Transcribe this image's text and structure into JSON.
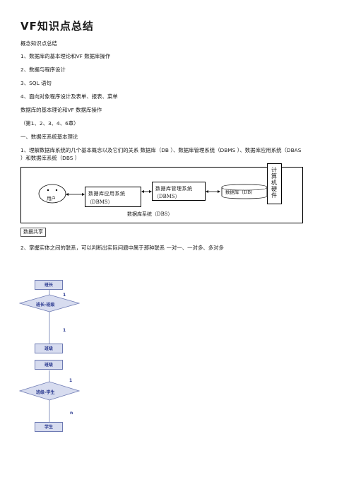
{
  "title": "VF知识点总结",
  "paragraphs": {
    "p1": "概念知识点总结",
    "p2": "1、数据库的基本理论和VF 数据库操作",
    "p3": "2、数据与程序设计",
    "p4": "3、SQL 语句",
    "p5": "4、面向对象程序设计及表单、报表、菜单",
    "p6": "数据库的基本理论和VF 数据库操作",
    "p7": "（第1、2、3、4、6章）",
    "p8": "一、数据库系统基本理论",
    "p9a": "1、理解数据库系统的几个基本概念以及它们的关系 数据库（DB ）、数据库管理系统（DBMS ）、数据库应用系统（DBAS",
    "p9b": "）和数据库系统（DBS ）",
    "p10": "2、掌握实体之间的联系，可以判断出实际问题中属于那种联系 一对一、一对多、多对多"
  },
  "dbs_diagram": {
    "user_label": "用户",
    "dbas_line1": "数据库应用系统",
    "dbas_line2": "（DBMS）",
    "dbms_line1": "数据库管理系统",
    "dbms_line2": "（DBMS）",
    "db_label": "数据库（DB）",
    "hardware_label": "计算机硬件",
    "dbs_label": "数据库系统（DBS）"
  },
  "data_sharing_label": "数据共享",
  "er_one_to_one": {
    "entity_top": "班长",
    "relationship": "班长-班级",
    "entity_bottom": "班级",
    "card_top": "1",
    "card_bottom": "1"
  },
  "er_one_to_many": {
    "entity_top": "班级",
    "relationship": "班级-学生",
    "entity_bottom": "学生",
    "card_top": "1",
    "card_bottom": "n"
  }
}
